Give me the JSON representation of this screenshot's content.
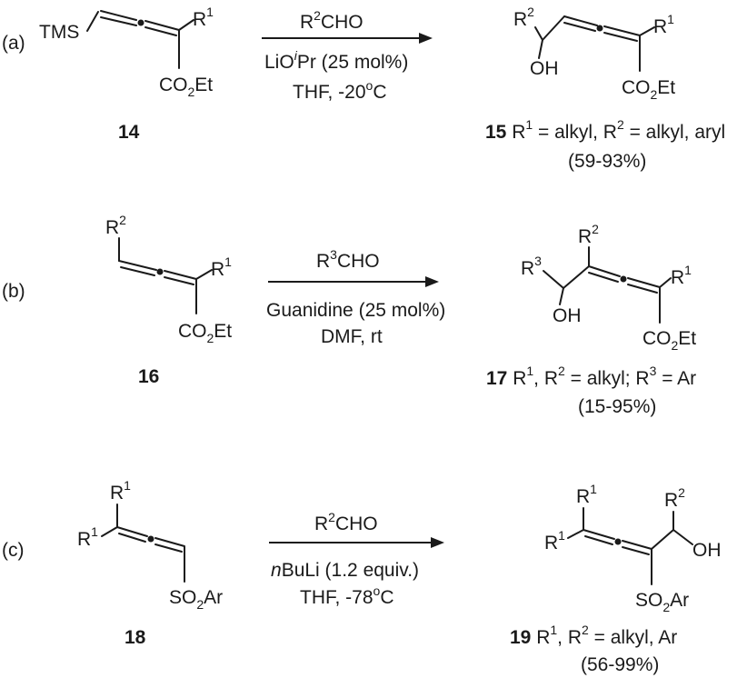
{
  "panels": [
    {
      "label": "(a)",
      "sm_tms": "TMS",
      "sm_r1": "R",
      "sm_r1_sup": "1",
      "sm_ester_co": "CO",
      "sm_ester_sub": "2",
      "sm_ester_et": "Et",
      "sm_number": "14",
      "reagent_top_r": "R",
      "reagent_top_sup": "2",
      "reagent_top_rest": "CHO",
      "reagent_mid_a": "LiO",
      "reagent_mid_sup": "i",
      "reagent_mid_b": "Pr (25 mol%)",
      "reagent_bot_a": "THF, -20",
      "reagent_bot_sup": "o",
      "reagent_bot_b": "C",
      "prod_r2": "R",
      "prod_r2_sup": "2",
      "prod_oh": "OH",
      "prod_r1": "R",
      "prod_r1_sup": "1",
      "prod_ester_co": "CO",
      "prod_ester_sub": "2",
      "prod_ester_et": "Et",
      "prod_number": "15",
      "prod_desc_a": " R",
      "prod_desc_sup1": "1",
      "prod_desc_b": " = alkyl, R",
      "prod_desc_sup2": "2",
      "prod_desc_c": " = alkyl, aryl",
      "yield": "(59-93%)"
    },
    {
      "label": "(b)",
      "sm_r2": "R",
      "sm_r2_sup": "2",
      "sm_r1": "R",
      "sm_r1_sup": "1",
      "sm_ester_co": "CO",
      "sm_ester_sub": "2",
      "sm_ester_et": "Et",
      "sm_number": "16",
      "reagent_top_r": "R",
      "reagent_top_sup": "3",
      "reagent_top_rest": "CHO",
      "reagent_mid": "Guanidine (25 mol%)",
      "reagent_bot": "DMF, rt",
      "prod_r3": "R",
      "prod_r3_sup": "3",
      "prod_r2": "R",
      "prod_r2_sup": "2",
      "prod_r1": "R",
      "prod_r1_sup": "1",
      "prod_oh": "OH",
      "prod_ester_co": "CO",
      "prod_ester_sub": "2",
      "prod_ester_et": "Et",
      "prod_number": "17",
      "prod_desc_a": " R",
      "prod_desc_sup1": "1",
      "prod_desc_b": ", R",
      "prod_desc_sup2": "2",
      "prod_desc_c": " = alkyl; R",
      "prod_desc_sup3": "3",
      "prod_desc_d": " = Ar",
      "yield": "(15-95%)"
    },
    {
      "label": "(c)",
      "sm_r1_top": "R",
      "sm_r1_top_sup": "1",
      "sm_r1_left": "R",
      "sm_r1_left_sup": "1",
      "sm_so2_a": "SO",
      "sm_so2_sub": "2",
      "sm_so2_ar": "Ar",
      "sm_number": "18",
      "reagent_top_r": "R",
      "reagent_top_sup": "2",
      "reagent_top_rest": "CHO",
      "reagent_mid_n": "n",
      "reagent_mid_rest": "BuLi (1.2 equiv.)",
      "reagent_bot_a": "THF, -78",
      "reagent_bot_sup": "o",
      "reagent_bot_b": "C",
      "prod_r1_top": "R",
      "prod_r1_top_sup": "1",
      "prod_r1_left": "R",
      "prod_r1_left_sup": "1",
      "prod_r2": "R",
      "prod_r2_sup": "2",
      "prod_oh": "OH",
      "prod_so2_a": "SO",
      "prod_so2_sub": "2",
      "prod_so2_ar": "Ar",
      "prod_number": "19",
      "prod_desc_a": " R",
      "prod_desc_sup1": "1",
      "prod_desc_b": ", R",
      "prod_desc_sup2": "2",
      "prod_desc_c": " = alkyl, Ar",
      "yield": "(56-99%)"
    }
  ]
}
